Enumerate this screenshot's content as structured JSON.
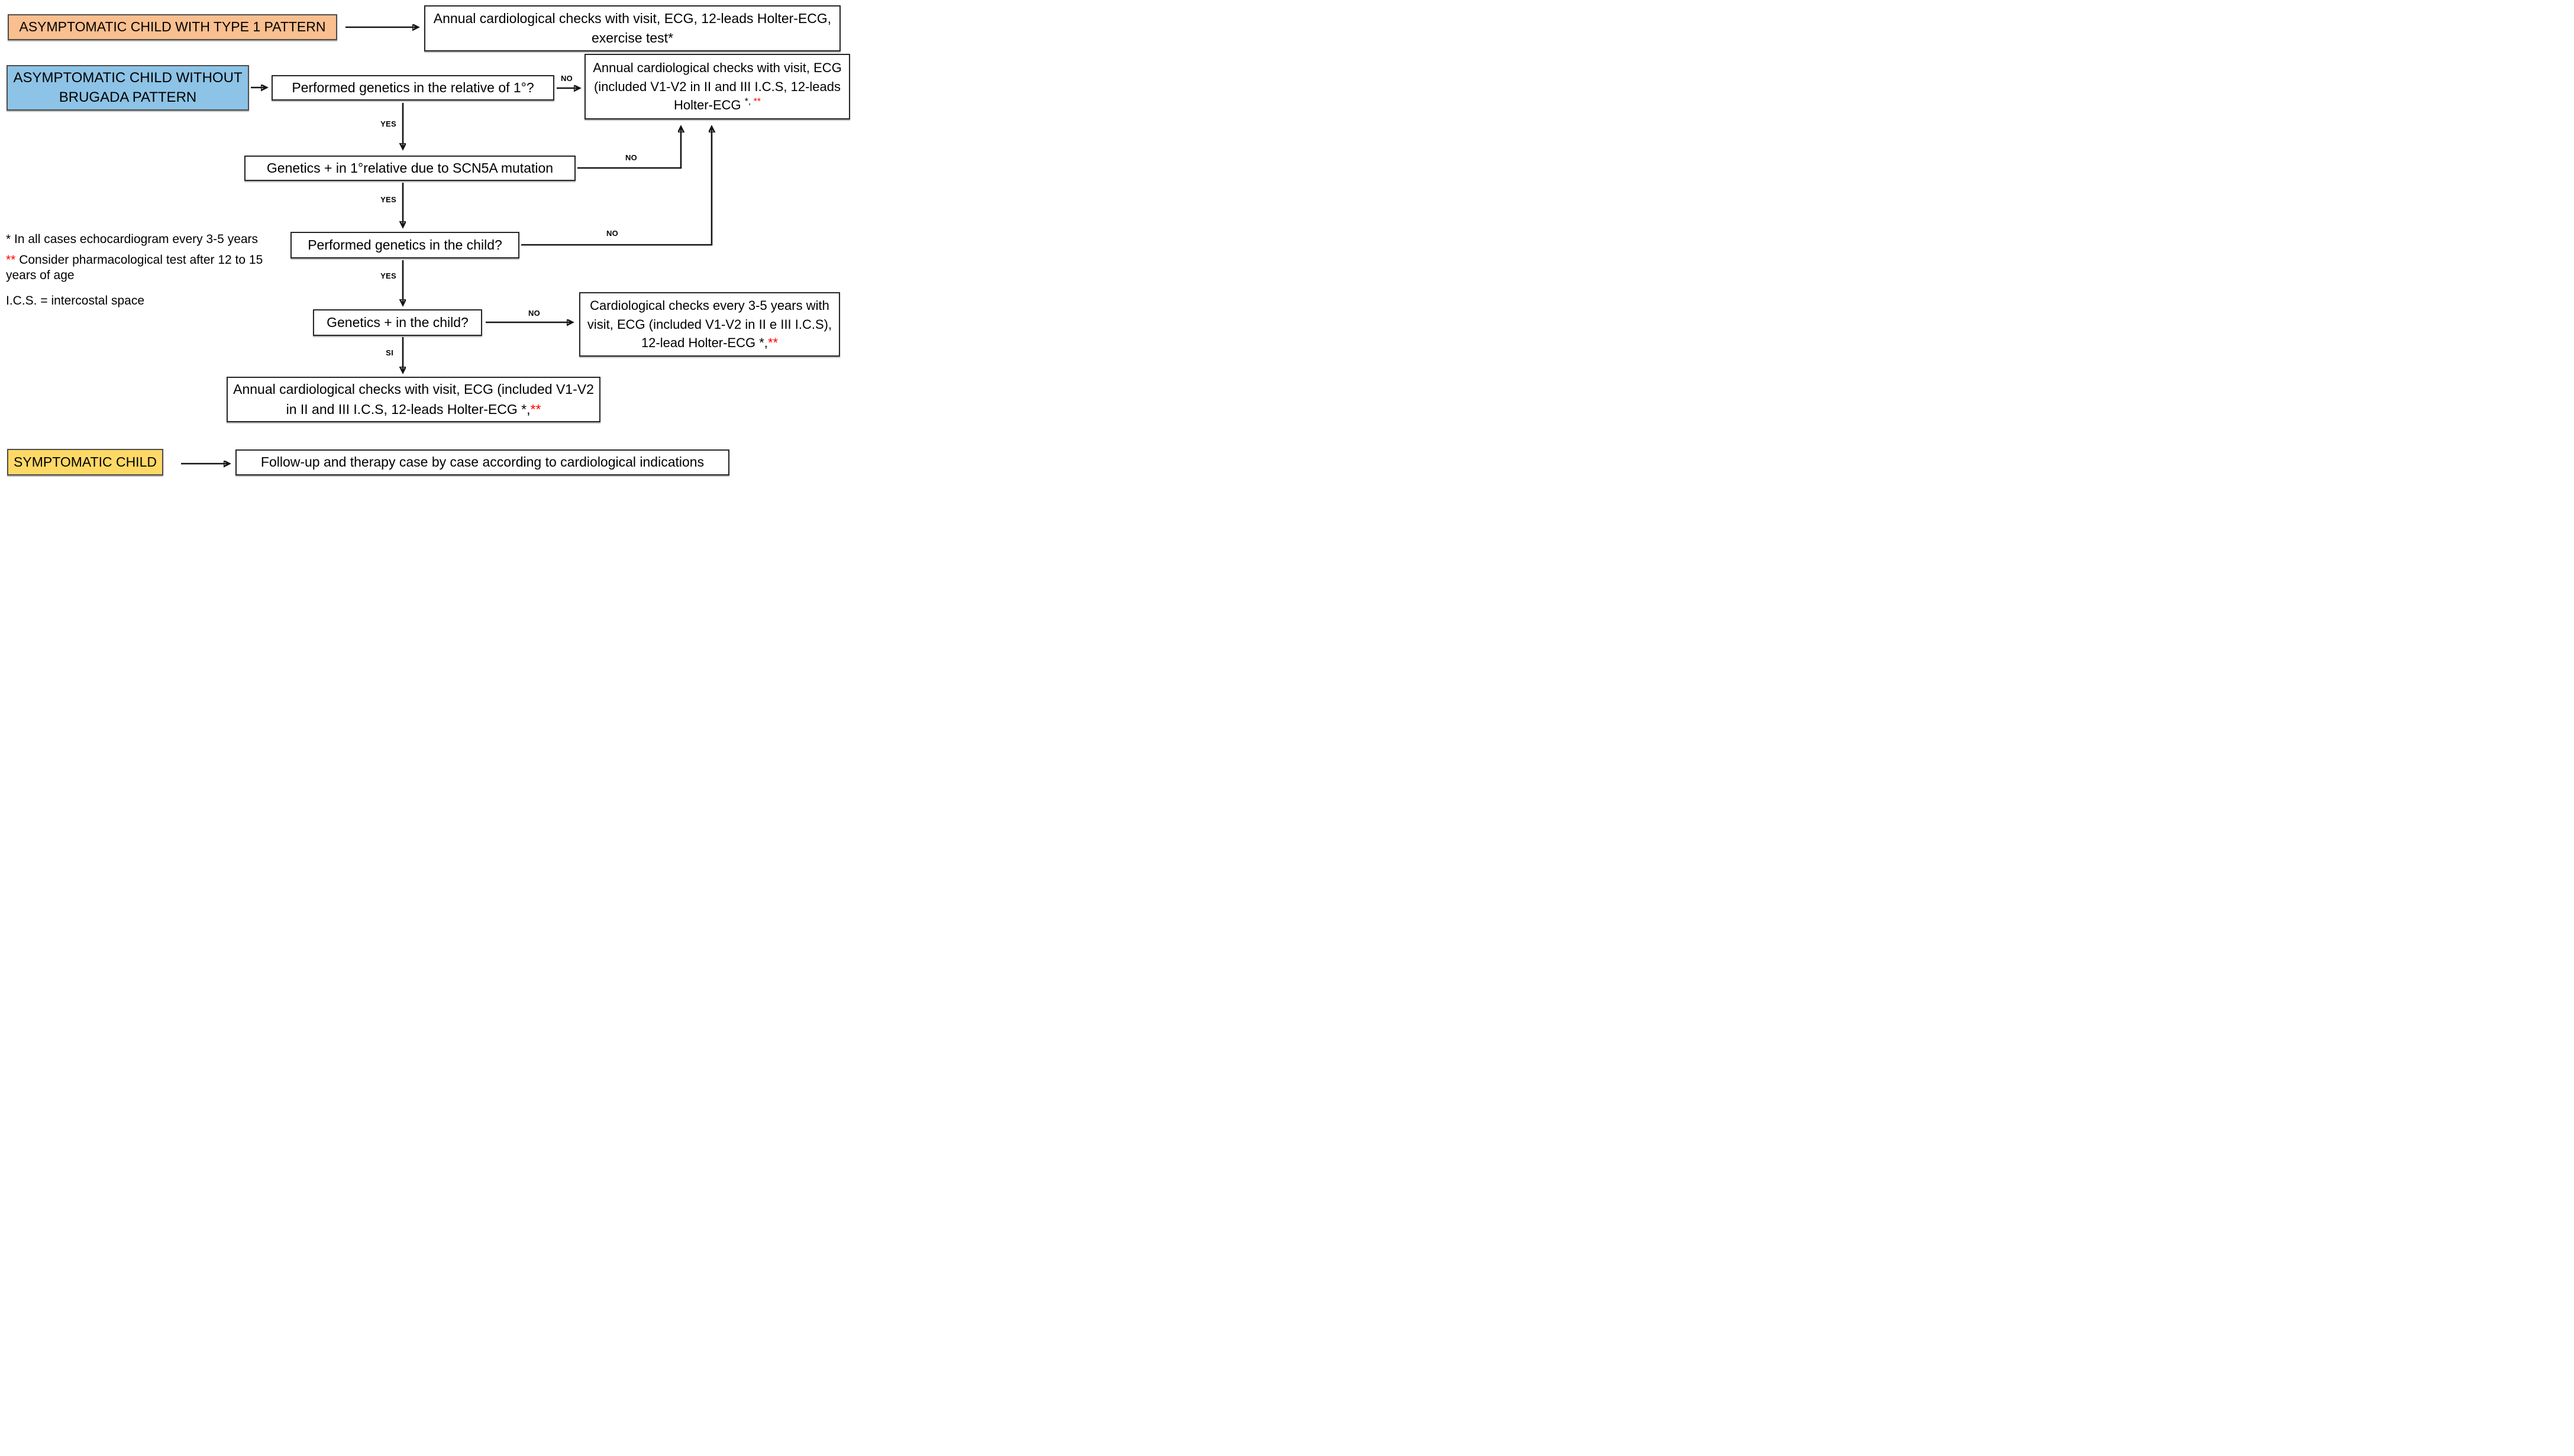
{
  "colors": {
    "orange_box": "#FABF8F",
    "blue_box": "#8DC3E6",
    "yellow_box": "#FFD966",
    "asterisk_red": "#FF0000",
    "box_border": "#262626"
  },
  "nodes": {
    "type1_child": {
      "label": "ASYMPTOMATIC CHILD WITH TYPE 1 PATTERN"
    },
    "annual_checks_type1": {
      "text": "Annual cardiological checks with visit, ECG, 12-leads Holter-ECG, exercise test*"
    },
    "without_pattern_child": {
      "label": "ASYMPTOMATIC CHILD WITHOUT BRUGADA PATTERN"
    },
    "q_genetics_relative": {
      "text": "Performed genetics in the relative of 1°?"
    },
    "annual_checks_v1v2": {
      "text": "Annual cardiological checks with visit, ECG (included V1-V2 in II and III I.C.S, 12-leads Holter-ECG ",
      "sup_black": "*, ",
      "sup_red": "**"
    },
    "genetics_pos_relative": {
      "text": "Genetics + in 1°relative due to SCN5A mutation"
    },
    "q_genetics_child": {
      "text": "Performed genetics in the child?"
    },
    "q_genetics_pos_child": {
      "text": "Genetics + in the child?"
    },
    "checks_3_5_years": {
      "text": "Cardiological checks every 3-5 years with visit, ECG (included V1-V2 in II e III I.C.S), 12-lead Holter-ECG ",
      "suffix_black": "*,",
      "suffix_red": "**"
    },
    "annual_checks_child": {
      "text": "Annual cardiological checks with visit, ECG (included V1-V2 in II and III I.C.S, 12-leads Holter-ECG ",
      "suffix_black": "*,",
      "suffix_red": "**"
    },
    "symptomatic_child": {
      "label": "SYMPTOMATIC CHILD"
    },
    "followup": {
      "text": "Follow-up and therapy case by case according to cardiological indications"
    }
  },
  "edge_labels": {
    "no_relative": "NO",
    "yes_relative": "YES",
    "no_scn5a": "NO",
    "yes_scn5a": "YES",
    "no_child_test": "NO",
    "yes_child_test": "YES",
    "no_child_pos": "NO",
    "si_child_pos": "SI"
  },
  "notes": {
    "echo": {
      "marker": "*",
      "text": " In all cases echocardiogram every 3-5 years"
    },
    "pharma": {
      "marker": "**",
      "text": " Consider pharmacological test after 12 to 15 years of age"
    },
    "ics": {
      "text": "I.C.S. = intercostal space"
    }
  }
}
